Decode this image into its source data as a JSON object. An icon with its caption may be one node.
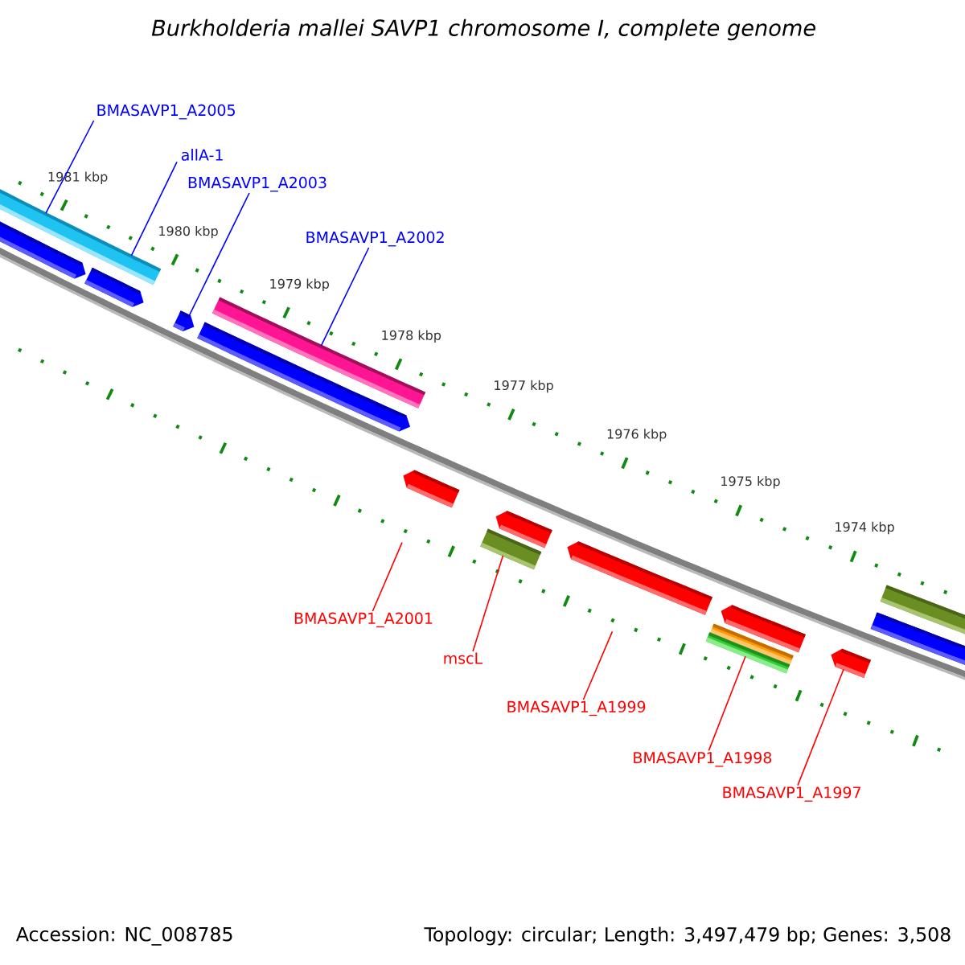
{
  "diagram": {
    "title": "Burkholderia mallei SAVP1 chromosome I, complete genome",
    "nodes": [
      {
        "text": [
          "BMASAVP1_A2005"
        ]
      },
      {
        "text": [
          "allA-1"
        ]
      },
      {
        "text": [
          "BMASAVP1_A2003"
        ]
      },
      {
        "text": [
          "BMASAVP1_A2002"
        ]
      },
      {
        "text": [],
        "shape": "bar"
      },
      {
        "text": [],
        "shape": "bar"
      },
      {
        "text": [],
        "shape": "bar"
      },
      {
        "text": [],
        "shape": "bar"
      },
      {
        "text": [],
        "shape": "bar"
      },
      {
        "text": [],
        "shape": "bar"
      },
      {
        "text": [],
        "shape": "bar"
      },
      {
        "text": [],
        "shape": "bar"
      },
      {
        "text": [],
        "shape": "bar"
      },
      {
        "text": [],
        "shape": "bar"
      },
      {
        "text": [],
        "shape": "bar"
      },
      {
        "text": [],
        "shape": "bar"
      },
      {
        "text": [],
        "shape": "bar"
      },
      {
        "text": [],
        "shape": "bar"
      },
      {
        "text": [],
        "shape": "bar"
      },
      {
        "text": [],
        "shape": "bar"
      },
      {
        "text": [
          "BMASAVP1_A2001"
        ]
      },
      {
        "text": [
          "mscL"
        ]
      },
      {
        "text": [
          "BMASAVP1_A1999"
        ]
      },
      {
        "text": [
          "BMASAVP1_A1998"
        ]
      },
      {
        "text": [
          "BMASAVP1_A1997"
        ]
      }
    ],
    "edges": [
      {
        "from": 0,
        "to": 4,
        "arrow": "none",
        "color": "#0000ff"
      },
      {
        "from": 1,
        "to": 4,
        "arrow": "none",
        "color": "#0000ff"
      },
      {
        "from": 2,
        "to": 7,
        "arrow": "none",
        "color": "#0000ff"
      },
      {
        "from": 3,
        "to": 8,
        "arrow": "none",
        "color": "#0000ff"
      },
      {
        "from": 20,
        "to": 12,
        "arrow": "none"
      },
      {
        "from": 21,
        "to": 13,
        "arrow": "none"
      },
      {
        "from": 22,
        "to": 15,
        "arrow": "none"
      },
      {
        "from": 23,
        "to": 18,
        "arrow": "none"
      },
      {
        "from": 24,
        "to": 19,
        "arrow": "none"
      }
    ],
    "labels": [
      "1981 kbp",
      "1980 kbp",
      "1979 kbp",
      "1978 kbp",
      "1977 kbp",
      "1976 kbp",
      "1975 kbp",
      "1974 kbp",
      "Accession: NC_008785",
      "Topology: circular; Length: 3,497,479 bp; Genes: 3,508"
    ]
  }
}
